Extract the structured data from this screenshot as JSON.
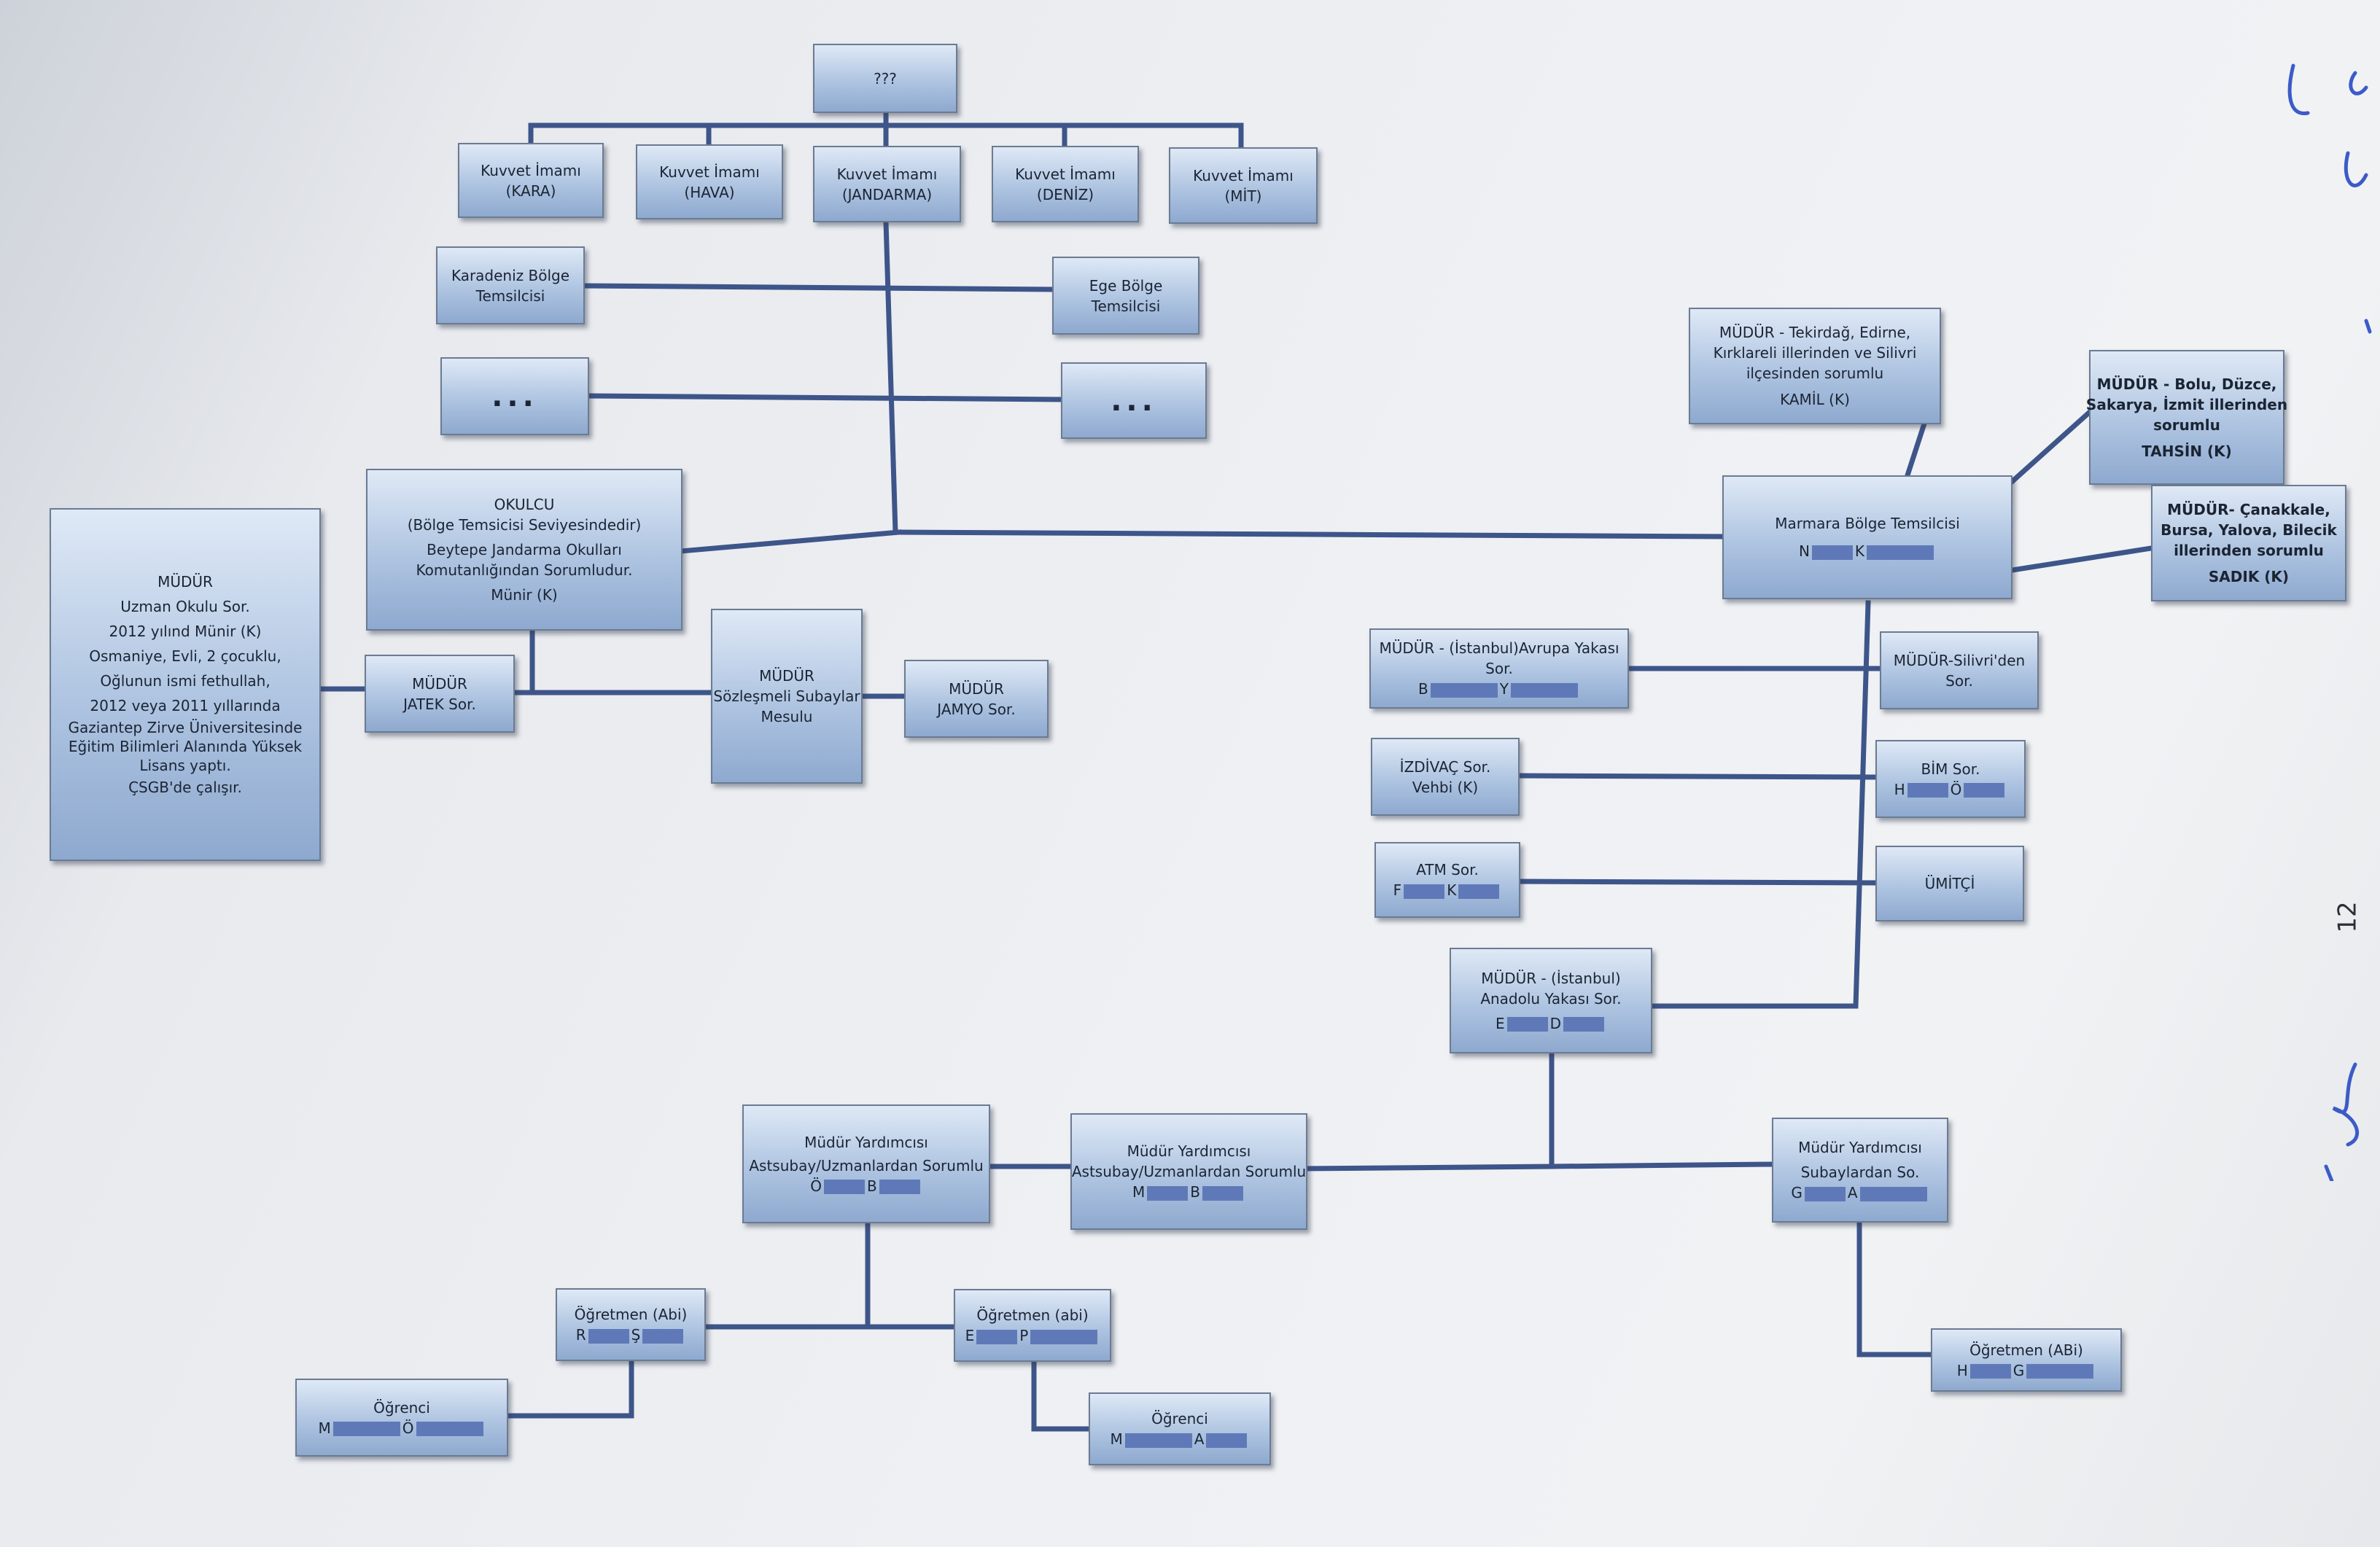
{
  "page_number": "12",
  "colors": {
    "box_top": "#dfe9f6",
    "box_bottom": "#8ea9cf",
    "line": "#3e558a",
    "redaction": "#5f79b8"
  },
  "nodes": {
    "top": {
      "lines": [
        "???"
      ]
    },
    "kara": {
      "lines": [
        "Kuvvet İmamı",
        "(KARA)"
      ]
    },
    "hava": {
      "lines": [
        "Kuvvet İmamı",
        "(HAVA)"
      ]
    },
    "jandarma": {
      "lines": [
        "Kuvvet İmamı",
        "(JANDARMA)"
      ]
    },
    "deniz": {
      "lines": [
        "Kuvvet İmamı",
        "(DENİZ)"
      ]
    },
    "mit": {
      "lines": [
        "Kuvvet İmamı",
        "(MİT)"
      ]
    },
    "karadeniz": {
      "lines": [
        "Karadeniz Bölge",
        "Temsilcisi"
      ]
    },
    "ege": {
      "lines": [
        "Ege Bölge",
        "Temsilcisi"
      ]
    },
    "dots_left": {
      "lines": [
        "..."
      ]
    },
    "dots_right": {
      "lines": [
        "..."
      ]
    },
    "okulcu": {
      "lines": [
        "OKULCU",
        "(Bölge Temsicisi Seviyesindedir)",
        "Beytepe Jandarma Okulları",
        "Komutanlığından Sorumludur.",
        "Münir (K)"
      ]
    },
    "mudur_left": {
      "lines": [
        "MÜDÜR",
        "Uzman Okulu Sor.",
        "2012 yılınd Münir (K)",
        "Osmaniye,  Evli, 2 çocuklu,",
        "Oğlunun ismi  fethullah,",
        "2012 veya 2011 yıllarında",
        "Gaziantep Zirve Üniversitesinde",
        "Eğitim Bilimleri Alanında Yüksek",
        "Lisans yaptı.",
        "ÇSGB'de çalışır."
      ]
    },
    "jatek": {
      "lines": [
        "MÜDÜR",
        "JATEK Sor."
      ]
    },
    "sozlesmeli": {
      "lines": [
        "MÜDÜR",
        "Sözleşmeli  Subaylar",
        "Mesulu"
      ]
    },
    "jamyo": {
      "lines": [
        "MÜDÜR",
        "JAMYO Sor."
      ]
    },
    "tekirdag": {
      "lines": [
        "MÜDÜR - Tekirdağ, Edirne,",
        "Kırklareli illerinden ve Silivri",
        "ilçesinden sorumlu",
        "KAMİL (K)"
      ]
    },
    "bolu": {
      "lines": [
        "MÜDÜR - Bolu, Düzce,",
        "Sakarya, İzmit illerinden",
        "sorumlu",
        "TAHSİN (K)"
      ]
    },
    "canakkale": {
      "lines": [
        "MÜDÜR- Çanakkale,",
        "Bursa, Yalova, Bilecik",
        "illerinden sorumlu",
        "SADIK (K)"
      ]
    },
    "marmara": {
      "lines": [
        "Marmara Bölge Temsilcisi"
      ],
      "initials": [
        "N",
        "K"
      ]
    },
    "avrupa": {
      "lines": [
        "MÜDÜR - (İstanbul)Avrupa Yakası",
        "Sor."
      ],
      "initials": [
        "B",
        "Y"
      ]
    },
    "silivri": {
      "lines": [
        "MÜDÜR-Silivri'den",
        "Sor."
      ]
    },
    "izdivac": {
      "lines": [
        "İZDİVAÇ Sor.",
        "Vehbi (K)"
      ]
    },
    "bim": {
      "lines": [
        "BİM Sor."
      ],
      "initials": [
        "H",
        "Ö"
      ]
    },
    "atm": {
      "lines": [
        "ATM Sor."
      ],
      "initials": [
        "F",
        "K"
      ]
    },
    "umitci": {
      "lines": [
        "ÜMİTÇİ"
      ]
    },
    "anadolu": {
      "lines": [
        "MÜDÜR - (İstanbul)",
        "Anadolu Yakası Sor."
      ],
      "initials": [
        "E",
        "D"
      ]
    },
    "myard_left": {
      "lines": [
        "Müdür Yardımcısı",
        "Astsubay/Uzmanlardan Sorumlu"
      ],
      "initials": [
        "Ö",
        "B"
      ]
    },
    "myard_mid": {
      "lines": [
        "Müdür Yardımcısı",
        "Astsubay/Uzmanlardan Sorumlu"
      ],
      "initials": [
        "M",
        "B"
      ]
    },
    "myard_right": {
      "lines": [
        "Müdür Yardımcısı",
        "Subaylardan So."
      ],
      "initials": [
        "G",
        "A"
      ]
    },
    "ogretmen_abi_left": {
      "lines": [
        "Öğretmen (Abi)"
      ],
      "initials": [
        "R",
        "Ş"
      ]
    },
    "ogretmen_abi_mid": {
      "lines": [
        "Öğretmen (abi)"
      ],
      "initials": [
        "E",
        "P"
      ]
    },
    "ogretmen_abi_right": {
      "lines": [
        "Öğretmen (ABi)"
      ],
      "initials": [
        "H",
        "G"
      ]
    },
    "ogrenci_left": {
      "lines": [
        "Öğrenci"
      ],
      "initials": [
        "M",
        "Ö"
      ]
    },
    "ogrenci_mid": {
      "lines": [
        "Öğrenci"
      ],
      "initials": [
        "M",
        "A"
      ]
    }
  }
}
